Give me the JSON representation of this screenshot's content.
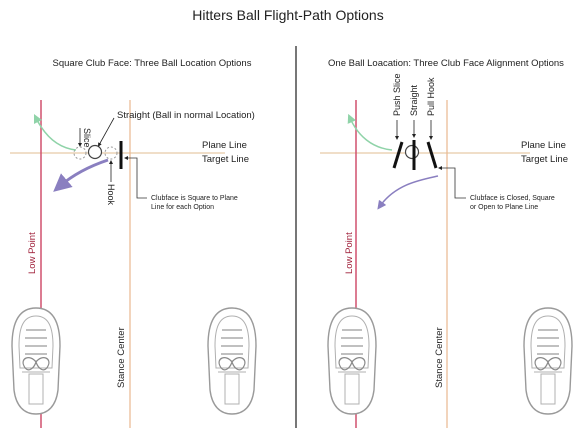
{
  "title": "Hitters Ball Flight-Path Options",
  "left_panel": {
    "heading": "Square Club Face:  Three Ball Location Options",
    "label_slice": "Slice",
    "label_straight": "Straight (Ball in normal Location)",
    "label_hook": "Hook",
    "label_plane_line": "Plane Line",
    "label_target_line": "Target Line",
    "label_low_point": "Low Point",
    "label_stance_center": "Stance Center",
    "note_line1": "Clubface is Square to Plane",
    "note_line2": "Line for each Option"
  },
  "right_panel": {
    "heading": "One Ball Loacation: Three Club Face Alignment Options",
    "label_push_slice": "Push Slice",
    "label_straight": "Straight",
    "label_pull_hook": "Pull Hook",
    "label_plane_line": "Plane Line",
    "label_target_line": "Target Line",
    "label_low_point": "Low Point",
    "label_stance_center": "Stance Center",
    "note_line1": "Clubface is Closed, Square",
    "note_line2": "or Open to Plane Line"
  },
  "colors": {
    "low_point_line": "#d0506e",
    "low_point_text": "#a0203a",
    "plane_line": "#e8c9a8",
    "stance_line": "#e8b890",
    "slice_arrow": "#8fd3a8",
    "hook_arrow": "#8a7fc0",
    "divider": "#777777",
    "shoe_outline": "#9a9a9a"
  }
}
